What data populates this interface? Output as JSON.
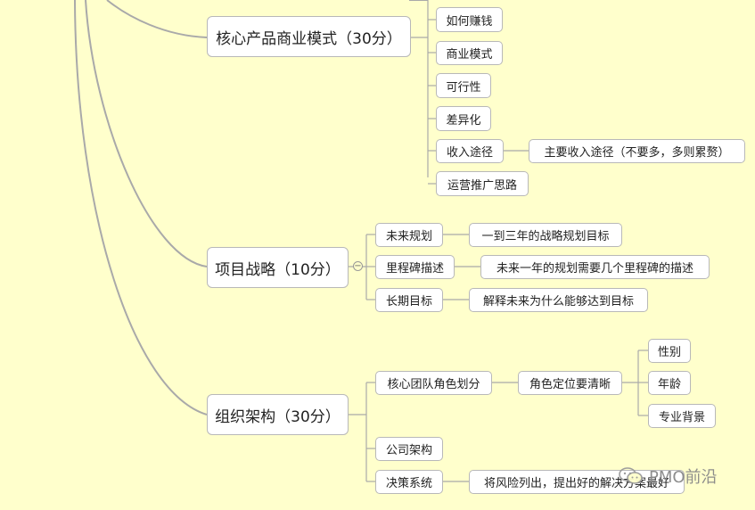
{
  "branches": [
    {
      "label": "核心产品商业模式（30分）",
      "children": [
        {
          "label": "如何赚钱"
        },
        {
          "label": "商业模式"
        },
        {
          "label": "可行性"
        },
        {
          "label": "差异化"
        },
        {
          "label": "收入途径",
          "detail": "主要收入途径（不要多，多则累赘）"
        },
        {
          "label": "运营推广思路"
        }
      ]
    },
    {
      "label": "项目战略（10分）",
      "children": [
        {
          "label": "未来规划",
          "detail": "一到三年的战略规划目标"
        },
        {
          "label": "里程碑描述",
          "detail": "未来一年的规划需要几个里程碑的描述"
        },
        {
          "label": "长期目标",
          "detail": "解释未来为什么能够达到目标"
        }
      ]
    },
    {
      "label": "组织架构（30分）",
      "children": [
        {
          "label": "核心团队角色划分",
          "detail": "角色定位要清晰",
          "items": [
            "性别",
            "年龄",
            "专业背景"
          ]
        },
        {
          "label": "公司架构"
        },
        {
          "label": "决策系统",
          "detail": "将风险列出，提出好的解决方案最好"
        }
      ]
    }
  ],
  "watermark": {
    "text": "PMO前沿",
    "icon": "wechat-icon"
  },
  "colors": {
    "background": "#ffffcc",
    "line": "#a9a9a9",
    "node_border": "#b8b8b8"
  }
}
